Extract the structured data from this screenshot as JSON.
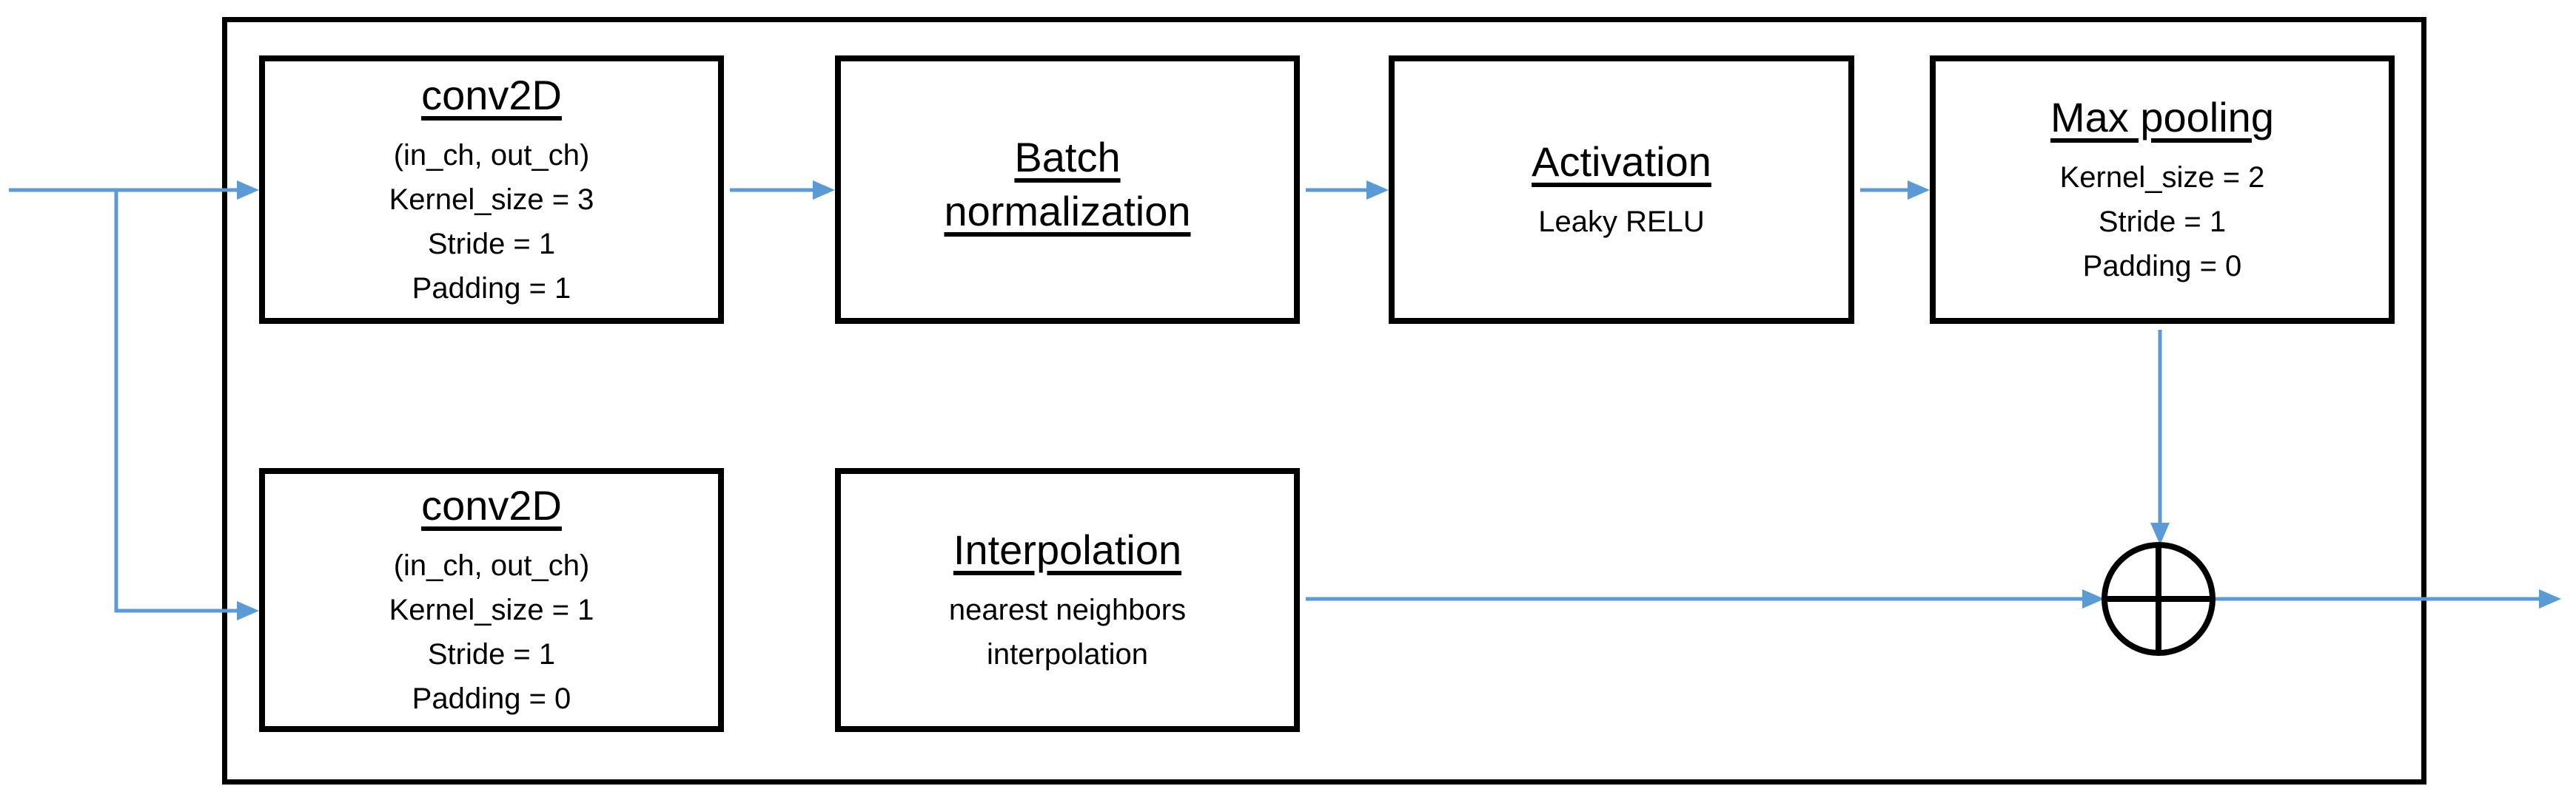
{
  "colors": {
    "flow_arrow": "#5B9BD5",
    "outline": "#000000"
  },
  "boxes": {
    "conv_top": {
      "title": "conv2D",
      "lines": [
        "(in_ch, out_ch)",
        "Kernel_size = 3",
        "Stride = 1",
        "Padding = 1"
      ]
    },
    "batch_norm": {
      "title": "Batch normalization"
    },
    "activation": {
      "title": "Activation",
      "lines": [
        "Leaky RELU"
      ]
    },
    "max_pooling": {
      "title": "Max pooling",
      "lines": [
        "Kernel_size = 2",
        "Stride = 1",
        "Padding = 0"
      ]
    },
    "conv_bottom": {
      "title": "conv2D",
      "lines": [
        "(in_ch, out_ch)",
        "Kernel_size = 1",
        "Stride = 1",
        "Padding = 0"
      ]
    },
    "interpolation": {
      "title": "Interpolation",
      "lines": [
        "nearest neighbors",
        "interpolation"
      ]
    }
  },
  "merge_node": {
    "symbol": "circled-plus"
  }
}
